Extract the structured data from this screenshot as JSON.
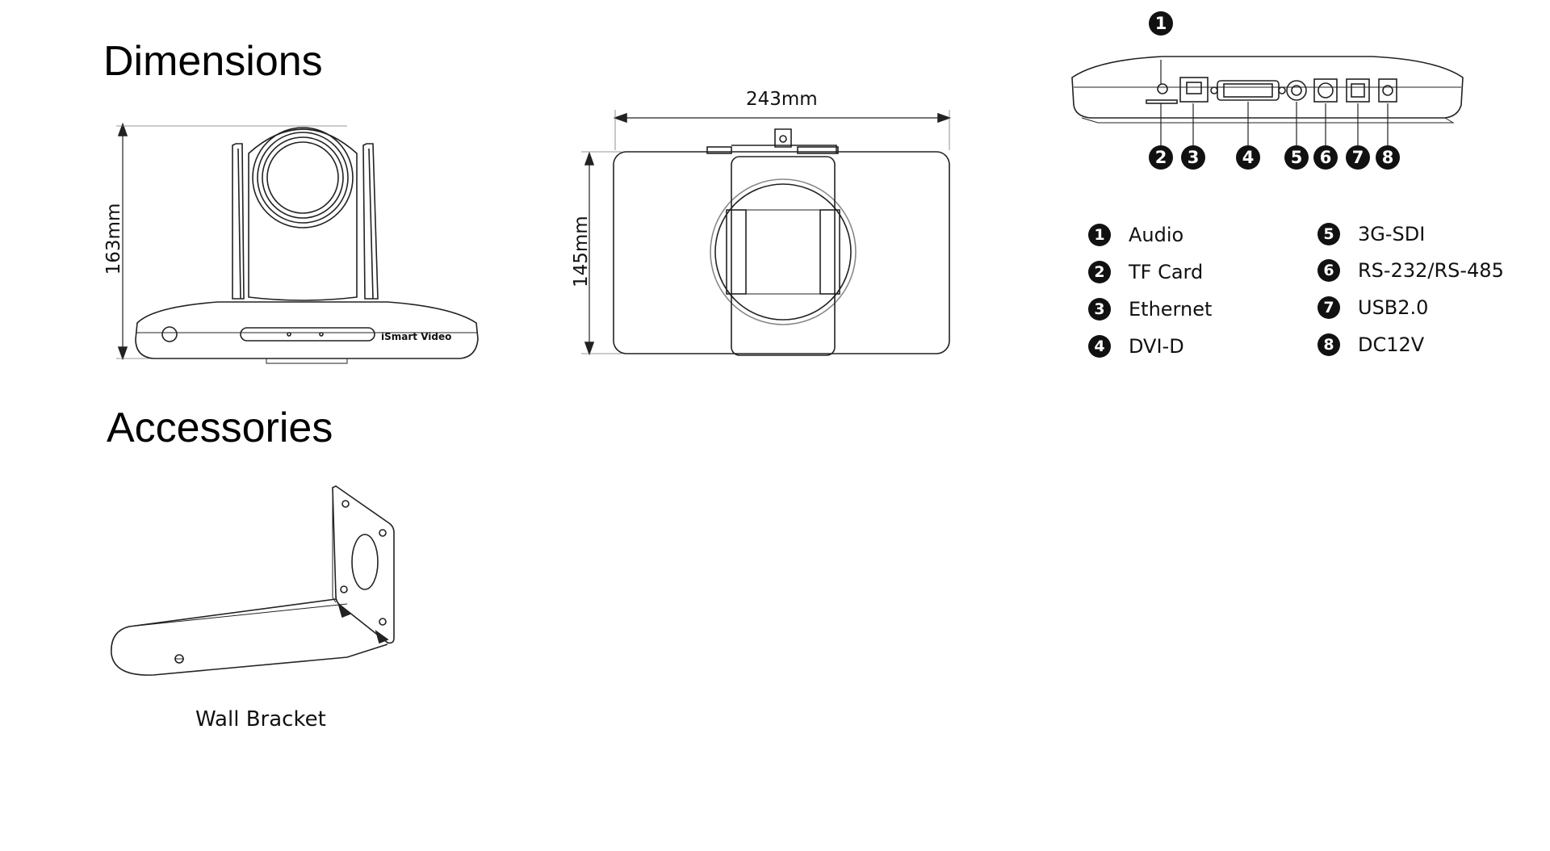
{
  "sections": {
    "dimensions_title": "Dimensions",
    "accessories_title": "Accessories"
  },
  "dimensions": {
    "front_height": "163mm",
    "top_width": "243mm",
    "top_depth": "145mm",
    "brand_mark": "iSmart Video"
  },
  "ports": {
    "callouts": [
      "1",
      "2",
      "3",
      "4",
      "5",
      "6",
      "7",
      "8"
    ],
    "legend": [
      {
        "num": "1",
        "label": "Audio"
      },
      {
        "num": "2",
        "label": "TF Card"
      },
      {
        "num": "3",
        "label": "Ethernet"
      },
      {
        "num": "4",
        "label": "DVI-D"
      },
      {
        "num": "5",
        "label": "3G-SDI"
      },
      {
        "num": "6",
        "label": "RS-232/RS-485"
      },
      {
        "num": "7",
        "label": "USB2.0"
      },
      {
        "num": "8",
        "label": "DC12V"
      }
    ]
  },
  "accessories": {
    "wall_bracket_caption": "Wall Bracket"
  }
}
